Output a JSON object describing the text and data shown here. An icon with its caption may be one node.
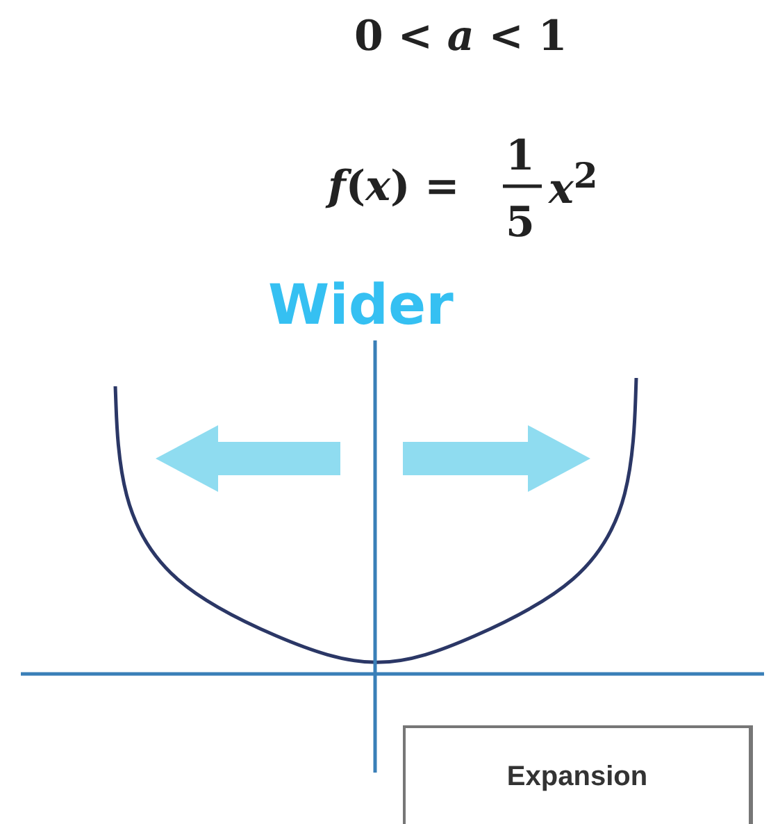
{
  "diagram": {
    "nodes": [
      {
        "text": [
          "Expansion"
        ]
      }
    ],
    "labels": [
      "0 < *a* < 1",
      "*f*(*x*) =",
      "1",
      "5",
      "*x*$^{2}$",
      "Wider"
    ]
  }
}
